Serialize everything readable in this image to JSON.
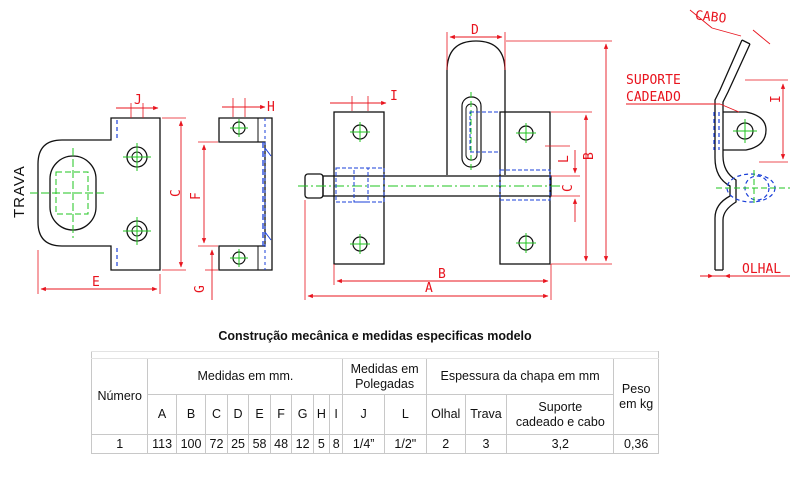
{
  "drawing": {
    "side_label": "TRAVA",
    "view1_dims": {
      "j": "J",
      "c": "C",
      "e": "E"
    },
    "view2_dims": {
      "h": "H",
      "f": "F",
      "g": "G"
    },
    "view3_dims": {
      "i": "I",
      "d": "D",
      "l": "L",
      "c": "C",
      "b_vert": "B",
      "b_horiz": "B",
      "a": "A"
    },
    "view4": {
      "cabo": "CABO",
      "suporte_1": "SUPORTE",
      "suporte_2": "CADEADO",
      "olhal": "OLHAL",
      "i": "I"
    },
    "colors": {
      "outline": "#111111",
      "dimension": "#e8141e",
      "center": "#1fc41f",
      "hidden": "#1a3fd8"
    }
  },
  "table": {
    "title": "Construção mecânica e medidas  especificas modelo",
    "h_numero": "Número",
    "h_medidas_mm": "Medidas em mm.",
    "h_medidas_pol_1": "Medidas em",
    "h_medidas_pol_2": "Polegadas",
    "h_espessura": "Espessura da chapa em mm",
    "h_peso_1": "Peso",
    "h_peso_2": "em kg",
    "cols": [
      "A",
      "B",
      "C",
      "D",
      "E",
      "F",
      "G",
      "H",
      "I",
      "J",
      "L",
      "Olhal",
      "Trava"
    ],
    "col_suporte_1": "Suporte",
    "col_suporte_2": "cadeado e cabo",
    "row": [
      "1",
      "113",
      "100",
      "72",
      "25",
      "58",
      "48",
      "12",
      "5",
      "8",
      "1/4”",
      "1/2\"",
      "2",
      "3",
      "3,2",
      "0,36"
    ]
  }
}
